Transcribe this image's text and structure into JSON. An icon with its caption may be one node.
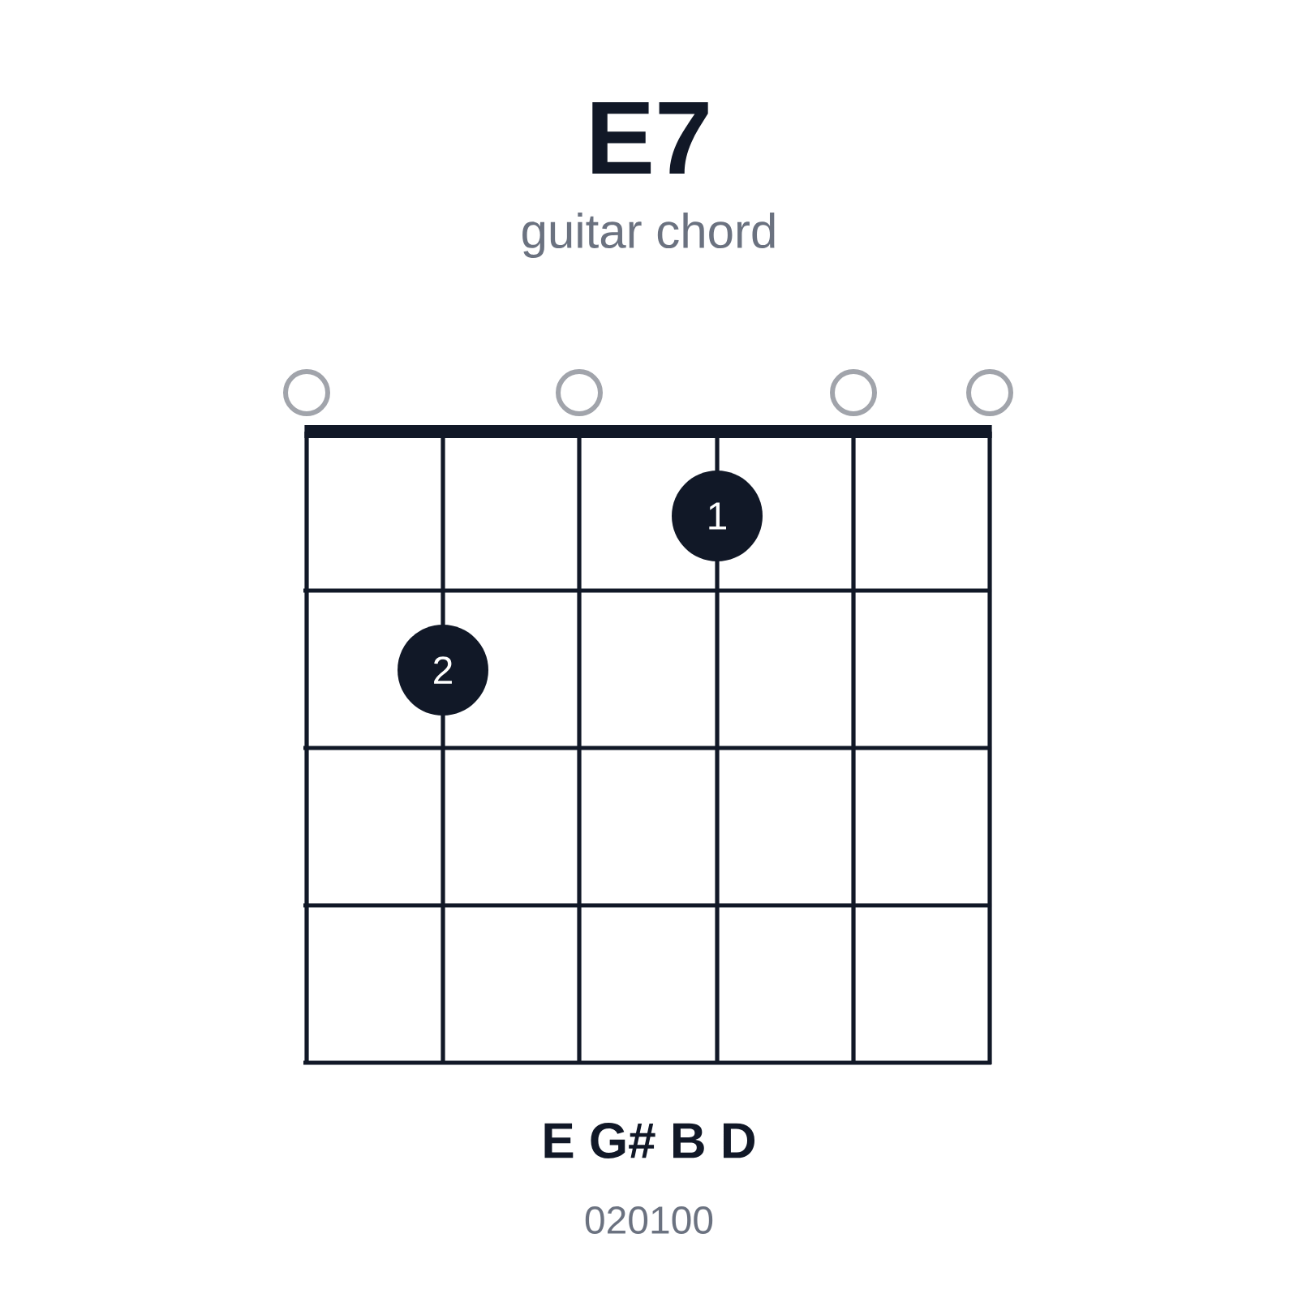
{
  "diagram": {
    "title": "E7",
    "nodes": [
      {
        "text": [],
        "shape": "circle"
      },
      {
        "text": [],
        "shape": "circle"
      },
      {
        "text": [],
        "shape": "circle"
      },
      {
        "text": [],
        "shape": "circle"
      },
      {
        "text": [
          "1"
        ]
      },
      {
        "text": [
          "2"
        ]
      }
    ],
    "labels": [
      "guitar chord",
      "E G# B D",
      "020100"
    ]
  }
}
